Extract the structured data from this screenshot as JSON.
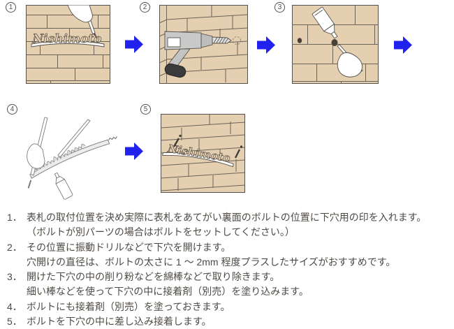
{
  "flow": {
    "arrow_color": "#2222ee",
    "panels": [
      {
        "number": "1",
        "nameplate_text": "Nishimoto"
      },
      {
        "number": "2"
      },
      {
        "number": "3"
      },
      {
        "number": "4"
      },
      {
        "number": "5",
        "nameplate_text": "Nishimoto"
      }
    ]
  },
  "colors": {
    "brick": "#e4cfb0",
    "mortar_line": "#6b6357",
    "panel_outline": "#55504a",
    "arrow_blue": "#2222ee",
    "text": "#4e4a45",
    "hole": "#474038",
    "drill_body": "#c9c9c9",
    "drill_grip": "#3b3b3b"
  },
  "instructions": {
    "items": [
      {
        "num": "1．",
        "lines": [
          "表札の取付位置を決め実際に表札をあてがい裏面のボルトの位置に下穴用の印を入れます。",
          "（ボルトが別パーツの場合はボルトをセットしてください。）"
        ]
      },
      {
        "num": "2．",
        "lines": [
          "その位置に振動ドリルなどで下穴を開けます。",
          "穴開けの直径は、ボルトの太さに 1 ～ 2mm 程度プラスしたサイズがおすすめです。"
        ]
      },
      {
        "num": "3．",
        "lines": [
          "開けた下穴の中の削り粉などを綿棒などで取り除きます。",
          "細い棒などを使って下穴の中に接着剤（別売）を塗り込みます。"
        ]
      },
      {
        "num": "4．",
        "lines": [
          "ボルトにも接着剤（別売）を塗っておきます。"
        ]
      },
      {
        "num": "5．",
        "lines": [
          "ボルトを下穴の中に差し込み接着します。"
        ]
      }
    ]
  }
}
